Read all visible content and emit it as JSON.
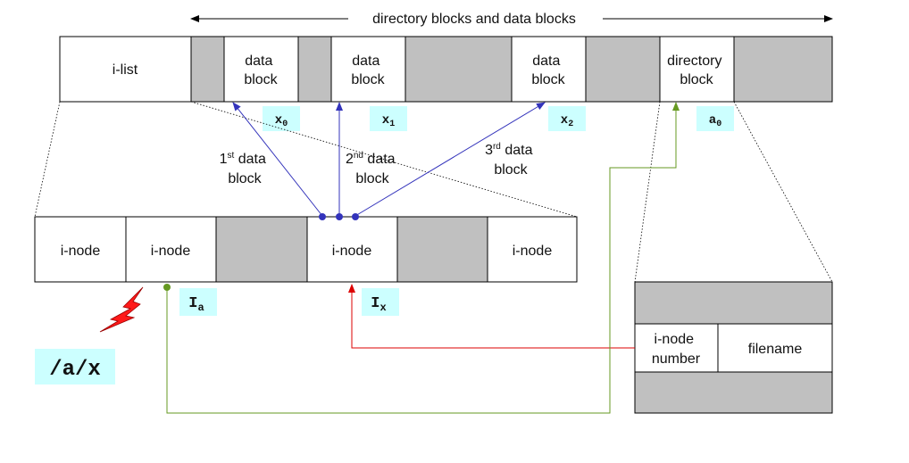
{
  "top_caption": "directory blocks and data blocks",
  "disk": {
    "ilist": "i-list",
    "data_block_1": [
      "data",
      "block"
    ],
    "data_block_2": [
      "data",
      "block"
    ],
    "data_block_3": [
      "data",
      "block"
    ],
    "directory_block": [
      "directory",
      "block"
    ]
  },
  "block_tags": {
    "x0": {
      "base": "x",
      "sub": "0"
    },
    "x1": {
      "base": "x",
      "sub": "1"
    },
    "x2": {
      "base": "x",
      "sub": "2"
    },
    "a0": {
      "base": "a",
      "sub": "0"
    }
  },
  "pointer_labels": {
    "first": {
      "num": "1",
      "sup": "st",
      "rest": " data",
      "line2": "block"
    },
    "second": {
      "num": "2",
      "sup": "nd",
      "rest": " data",
      "line2": "block"
    },
    "third": {
      "num": "3",
      "sup": "rd",
      "rest": " data",
      "line2": "block"
    }
  },
  "ilist_row": {
    "cell_1": "i-node",
    "cell_2": "i-node",
    "cell_4": "i-node",
    "cell_6": "i-node"
  },
  "inode_tags": {
    "Ia": {
      "base": "I",
      "sub": "a"
    },
    "Ix": {
      "base": "I",
      "sub": "x"
    }
  },
  "directory_entry": {
    "inode_number": [
      "i-node",
      "number"
    ],
    "filename": "filename"
  },
  "path": "/a/x",
  "colors": {
    "gray_fill": "#c0c0c0",
    "tag_bg": "#ccffff",
    "blue_arrow": "#3333bb",
    "red_arrow": "#dd0000",
    "green_arrow": "#669922",
    "lightning": "#ff1a1a"
  }
}
